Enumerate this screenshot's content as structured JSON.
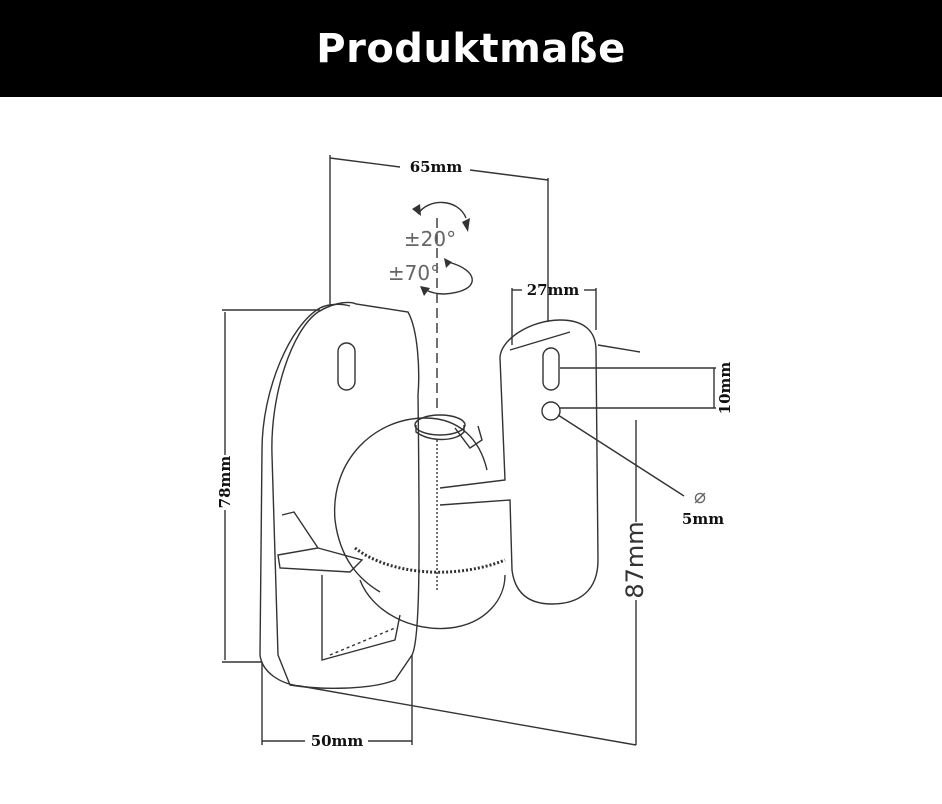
{
  "header": {
    "title": "Produktmaße"
  },
  "dimensions": {
    "width_top": "65mm",
    "bracket_width": "27mm",
    "slot_spacing": "10mm",
    "hole_diameter_symbol": "⌀",
    "hole_diameter": "5mm",
    "plate_height": "78mm",
    "total_depth": "87mm",
    "base_width": "50mm",
    "tilt": "±20°",
    "swivel": "±70°"
  },
  "colors": {
    "header_bg": "#000000",
    "header_text": "#ffffff",
    "line": "#333333"
  }
}
